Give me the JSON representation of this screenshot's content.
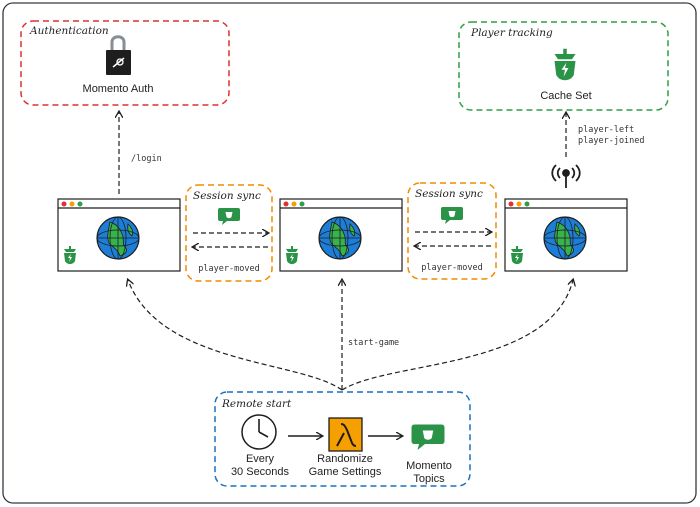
{
  "groups": {
    "auth": {
      "title": "Authentication",
      "service": "Momento Auth"
    },
    "player_tracking": {
      "title": "Player tracking",
      "service": "Cache Set"
    },
    "session_sync_left": {
      "title": "Session sync",
      "event": "player-moved"
    },
    "session_sync_right": {
      "title": "Session sync",
      "event": "player-moved"
    },
    "remote_start": {
      "title": "Remote start",
      "timer_line1": "Every",
      "timer_line2": "30 Seconds",
      "lambda_line1": "Randomize",
      "lambda_line2": "Game Settings",
      "topics_line1": "Momento",
      "topics_line2": "Topics"
    }
  },
  "edges": {
    "login": "/login",
    "player_left": "player-left",
    "player_joined": "player-joined",
    "start_game": "start-game"
  },
  "colors": {
    "auth_border": "#e03131",
    "tracking_border": "#2f9e44",
    "session_border": "#f08c00",
    "remote_border": "#1971c2",
    "momento_green": "#2b9348",
    "lambda_orange": "#f59f00",
    "globe_blue": "#1c7ed6",
    "globe_green": "#37b24d"
  }
}
